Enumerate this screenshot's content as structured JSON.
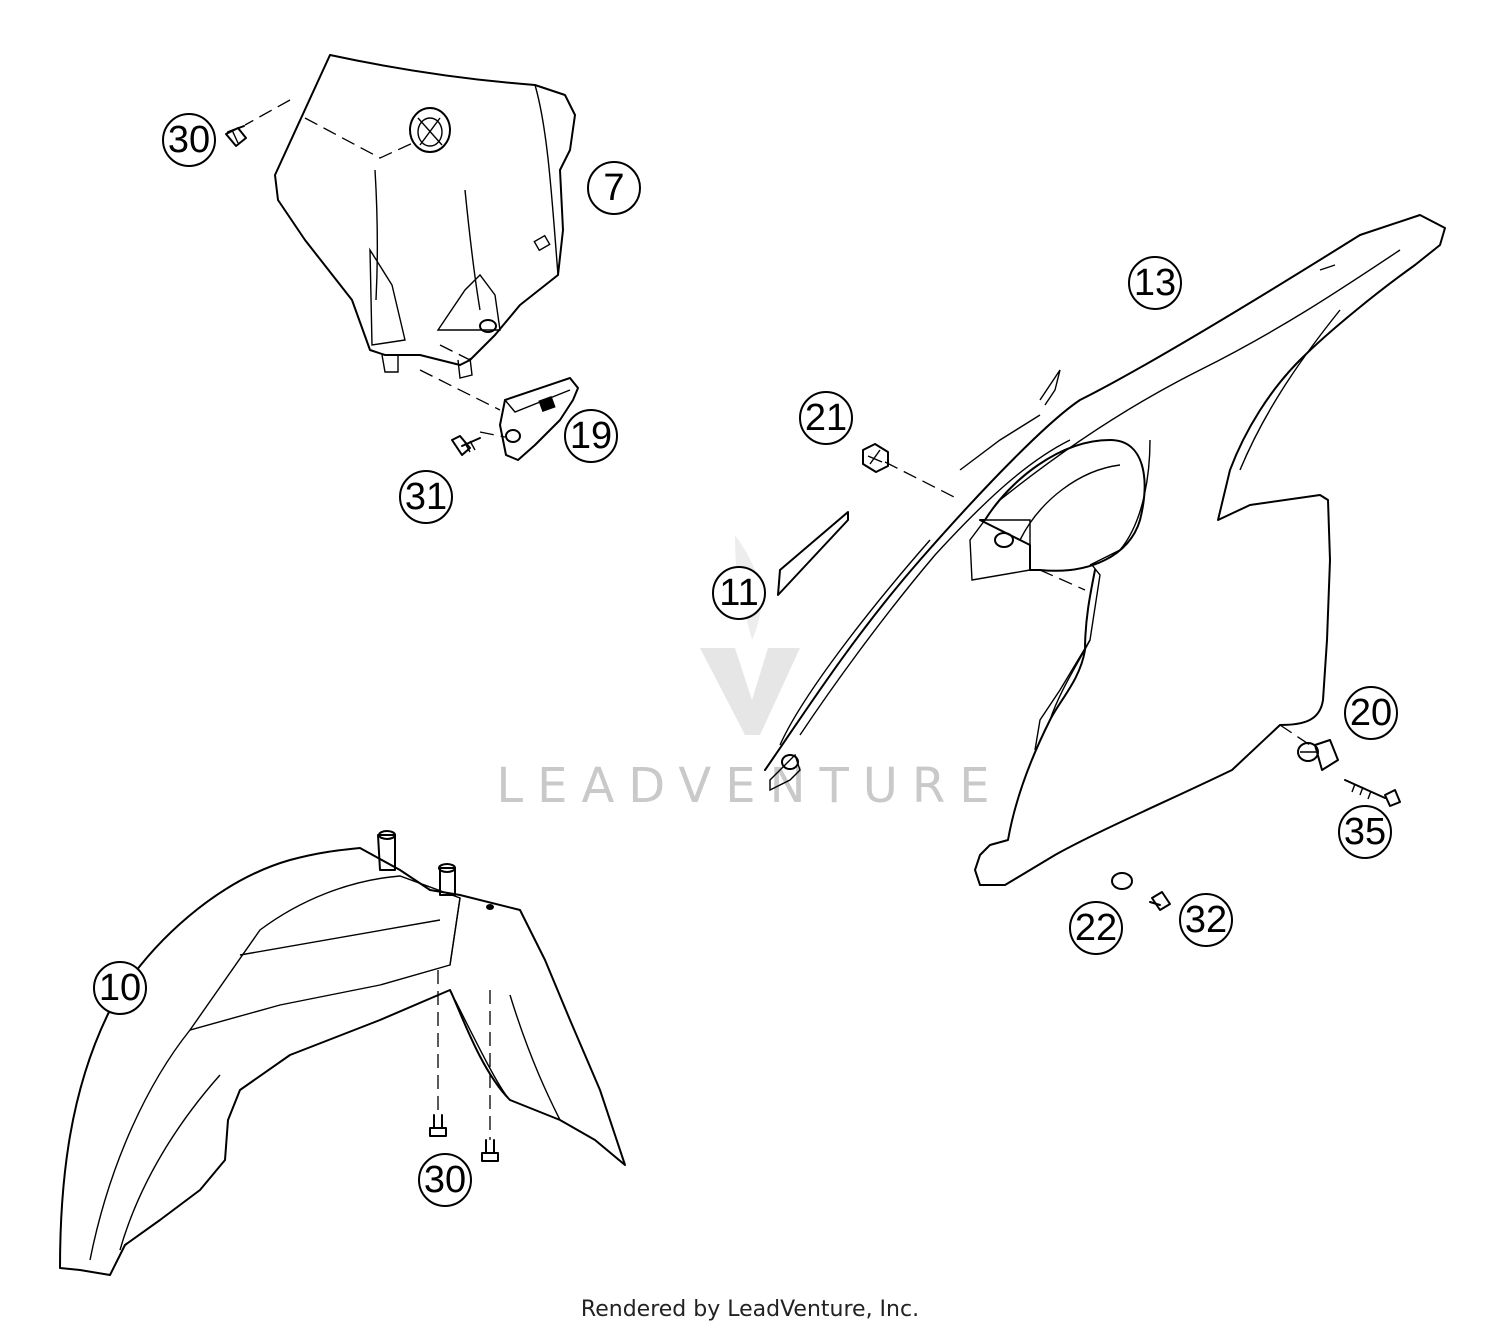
{
  "diagram": {
    "callouts": [
      {
        "id": "c30a",
        "label": "30"
      },
      {
        "id": "c7",
        "label": "7"
      },
      {
        "id": "c19",
        "label": "19"
      },
      {
        "id": "c31",
        "label": "31"
      },
      {
        "id": "c13",
        "label": "13"
      },
      {
        "id": "c21",
        "label": "21"
      },
      {
        "id": "c11",
        "label": "11"
      },
      {
        "id": "c20",
        "label": "20"
      },
      {
        "id": "c35",
        "label": "35"
      },
      {
        "id": "c22",
        "label": "22"
      },
      {
        "id": "c32",
        "label": "32"
      },
      {
        "id": "c10",
        "label": "10"
      },
      {
        "id": "c30b",
        "label": "30"
      }
    ]
  },
  "watermark": {
    "text": "LEADVENTURE"
  },
  "footer": {
    "text": "Rendered by LeadVenture, Inc."
  }
}
